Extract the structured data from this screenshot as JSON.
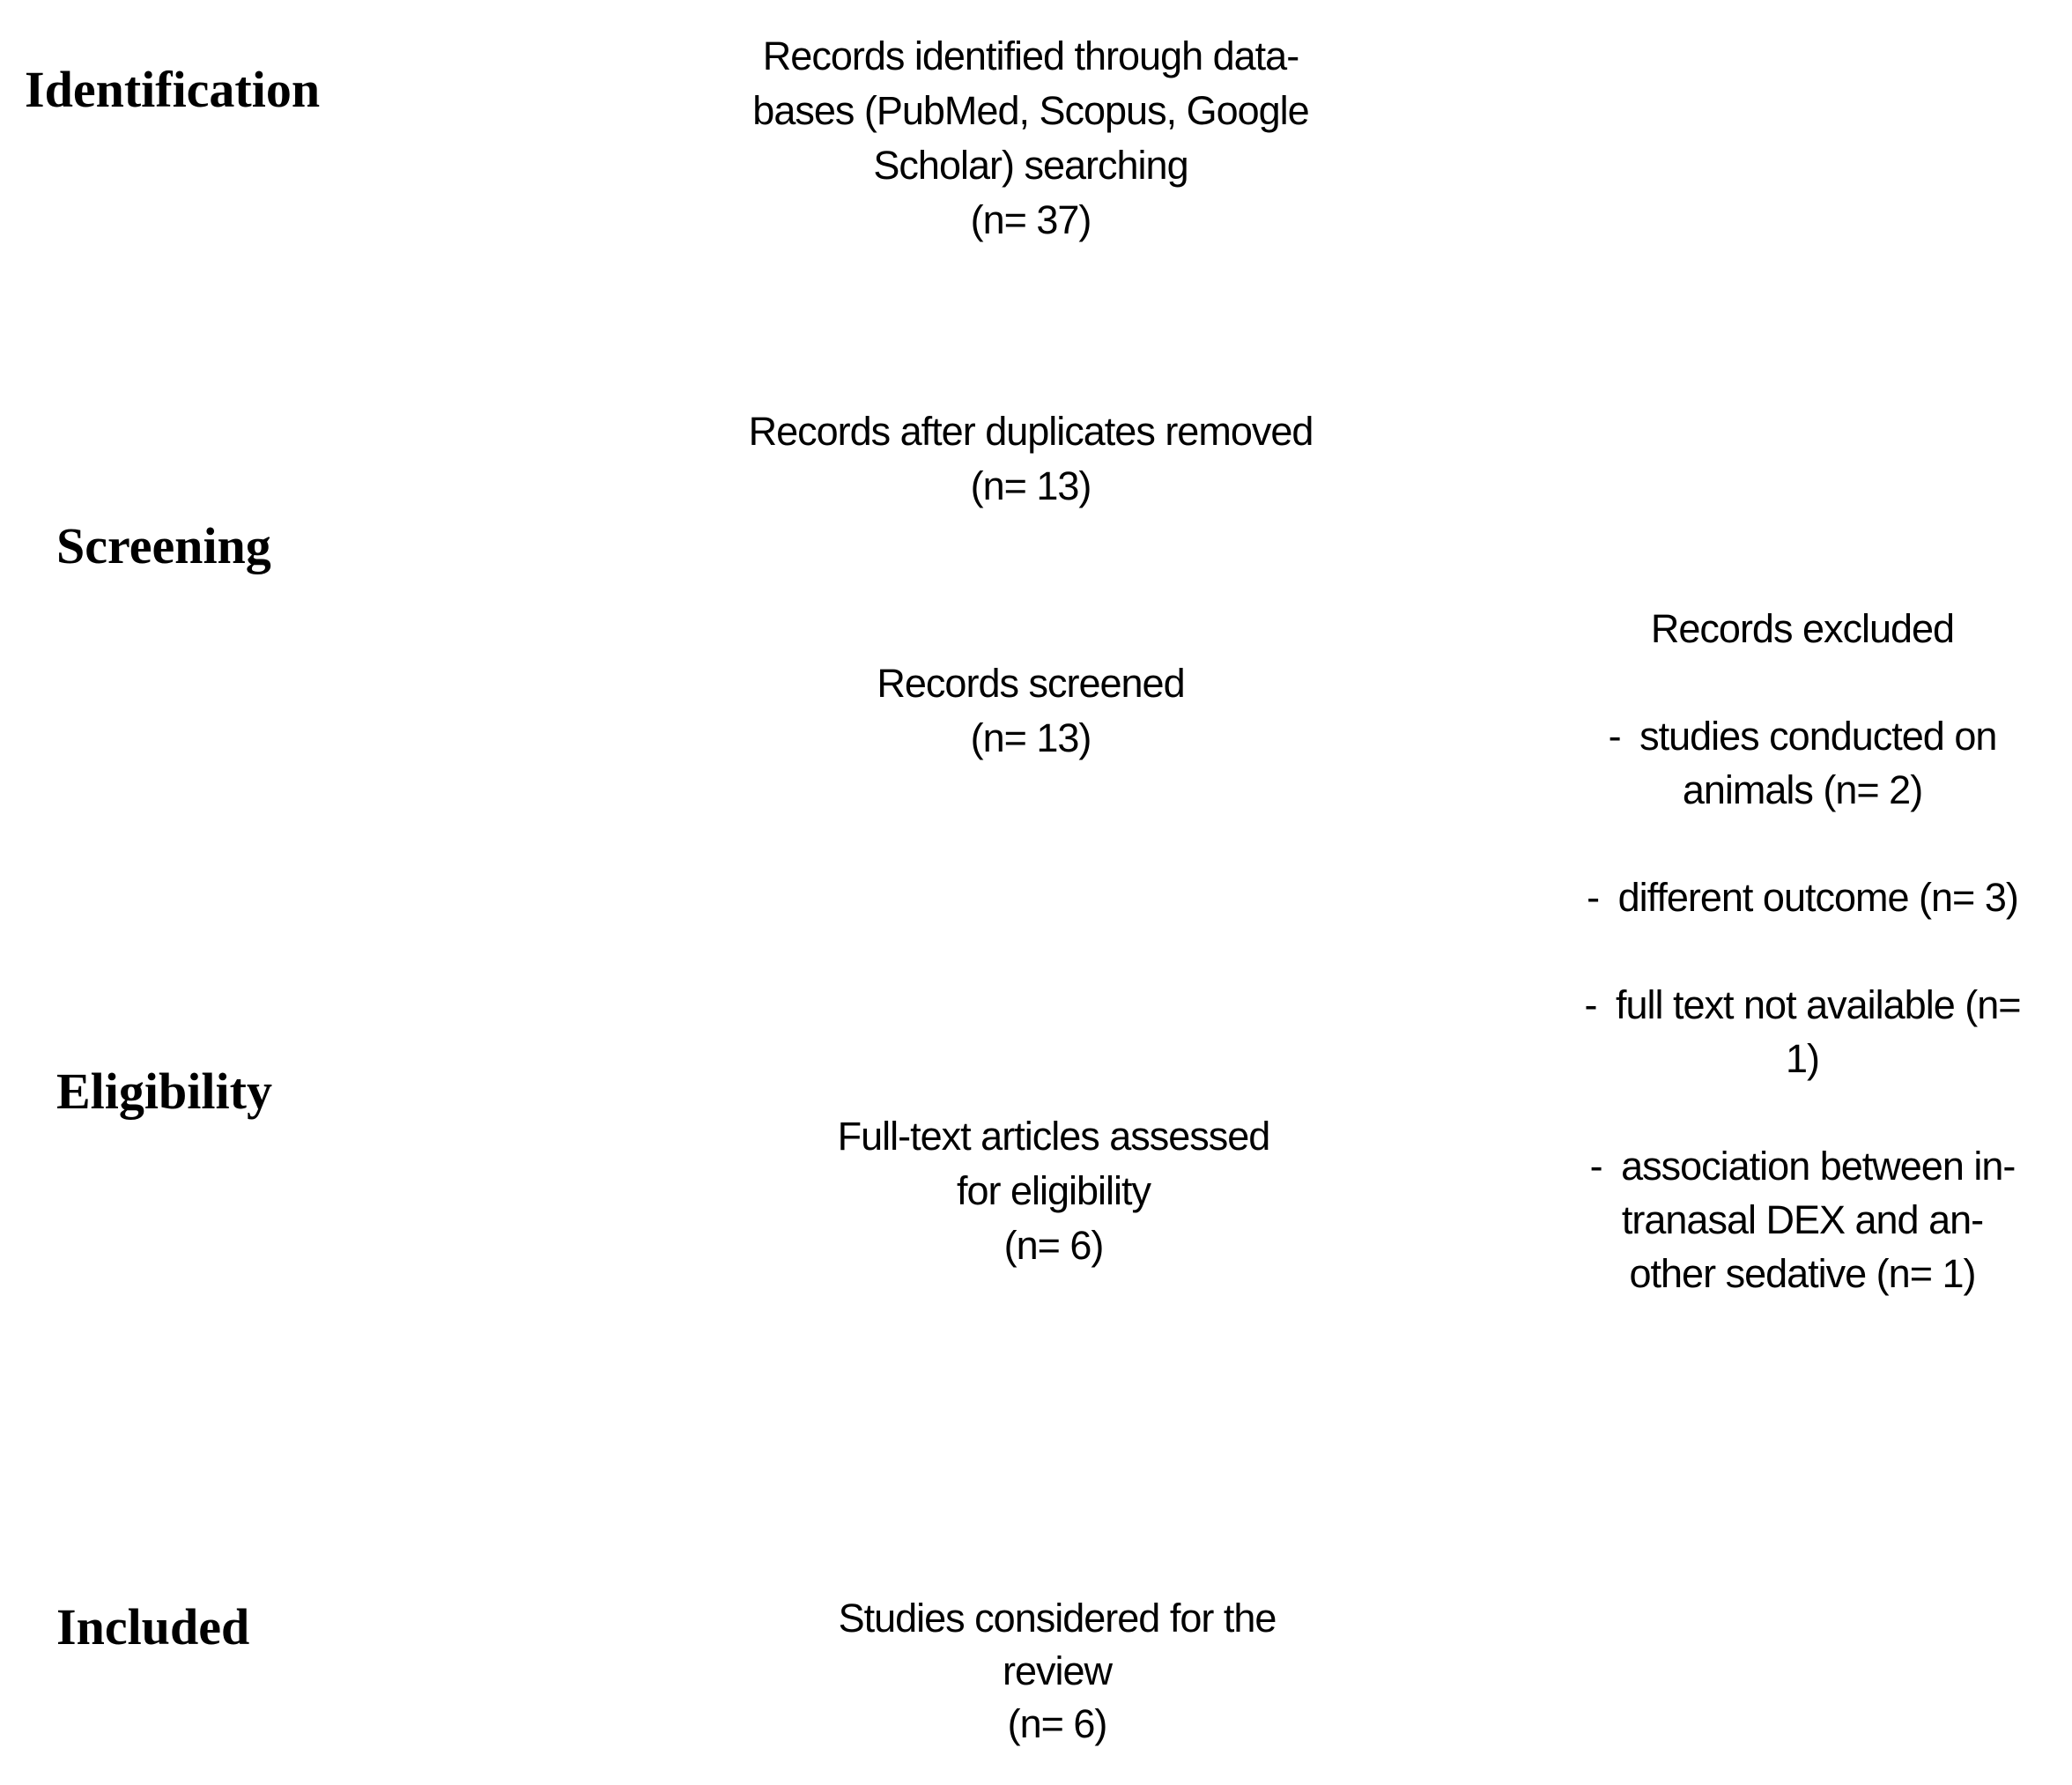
{
  "colors": {
    "text_color": "#000000",
    "background_color": "#ffffff"
  },
  "stages": [
    {
      "label": "Identification"
    },
    {
      "label": "Screening"
    },
    {
      "label": "Eligibility"
    },
    {
      "label": "Included"
    }
  ],
  "boxes": {
    "records_identified": {
      "lines": [
        "Records identified through data-",
        "bases (PubMed, Scopus, Google",
        "Scholar) searching",
        "(n= 37)"
      ],
      "n": 37
    },
    "records_after_duplicates": {
      "lines": [
        "Records after duplicates removed",
        "(n= 13)"
      ],
      "n": 13
    },
    "records_screened": {
      "lines": [
        "Records screened",
        "(n= 13)"
      ],
      "n": 13
    },
    "records_excluded": {
      "title": "Records excluded",
      "reasons": [
        {
          "lines": [
            "- studies conducted on",
            "animals (n= 2)"
          ],
          "n": 2
        },
        {
          "lines": [
            "- different outcome (n= 3)"
          ],
          "n": 3
        },
        {
          "lines": [
            "- full text not available (n=",
            "1)"
          ],
          "n": 1
        },
        {
          "lines": [
            "- association between in-",
            "tranasal DEX and an-",
            "other sedative (n= 1)"
          ],
          "n": 1
        }
      ]
    },
    "full_text_assessed": {
      "lines": [
        "Full-text articles assessed",
        "for eligibility",
        "(n= 6)"
      ],
      "n": 6
    },
    "studies_considered": {
      "lines": [
        "Studies considered for the",
        "review",
        "(n= 6)"
      ],
      "n": 6
    }
  }
}
